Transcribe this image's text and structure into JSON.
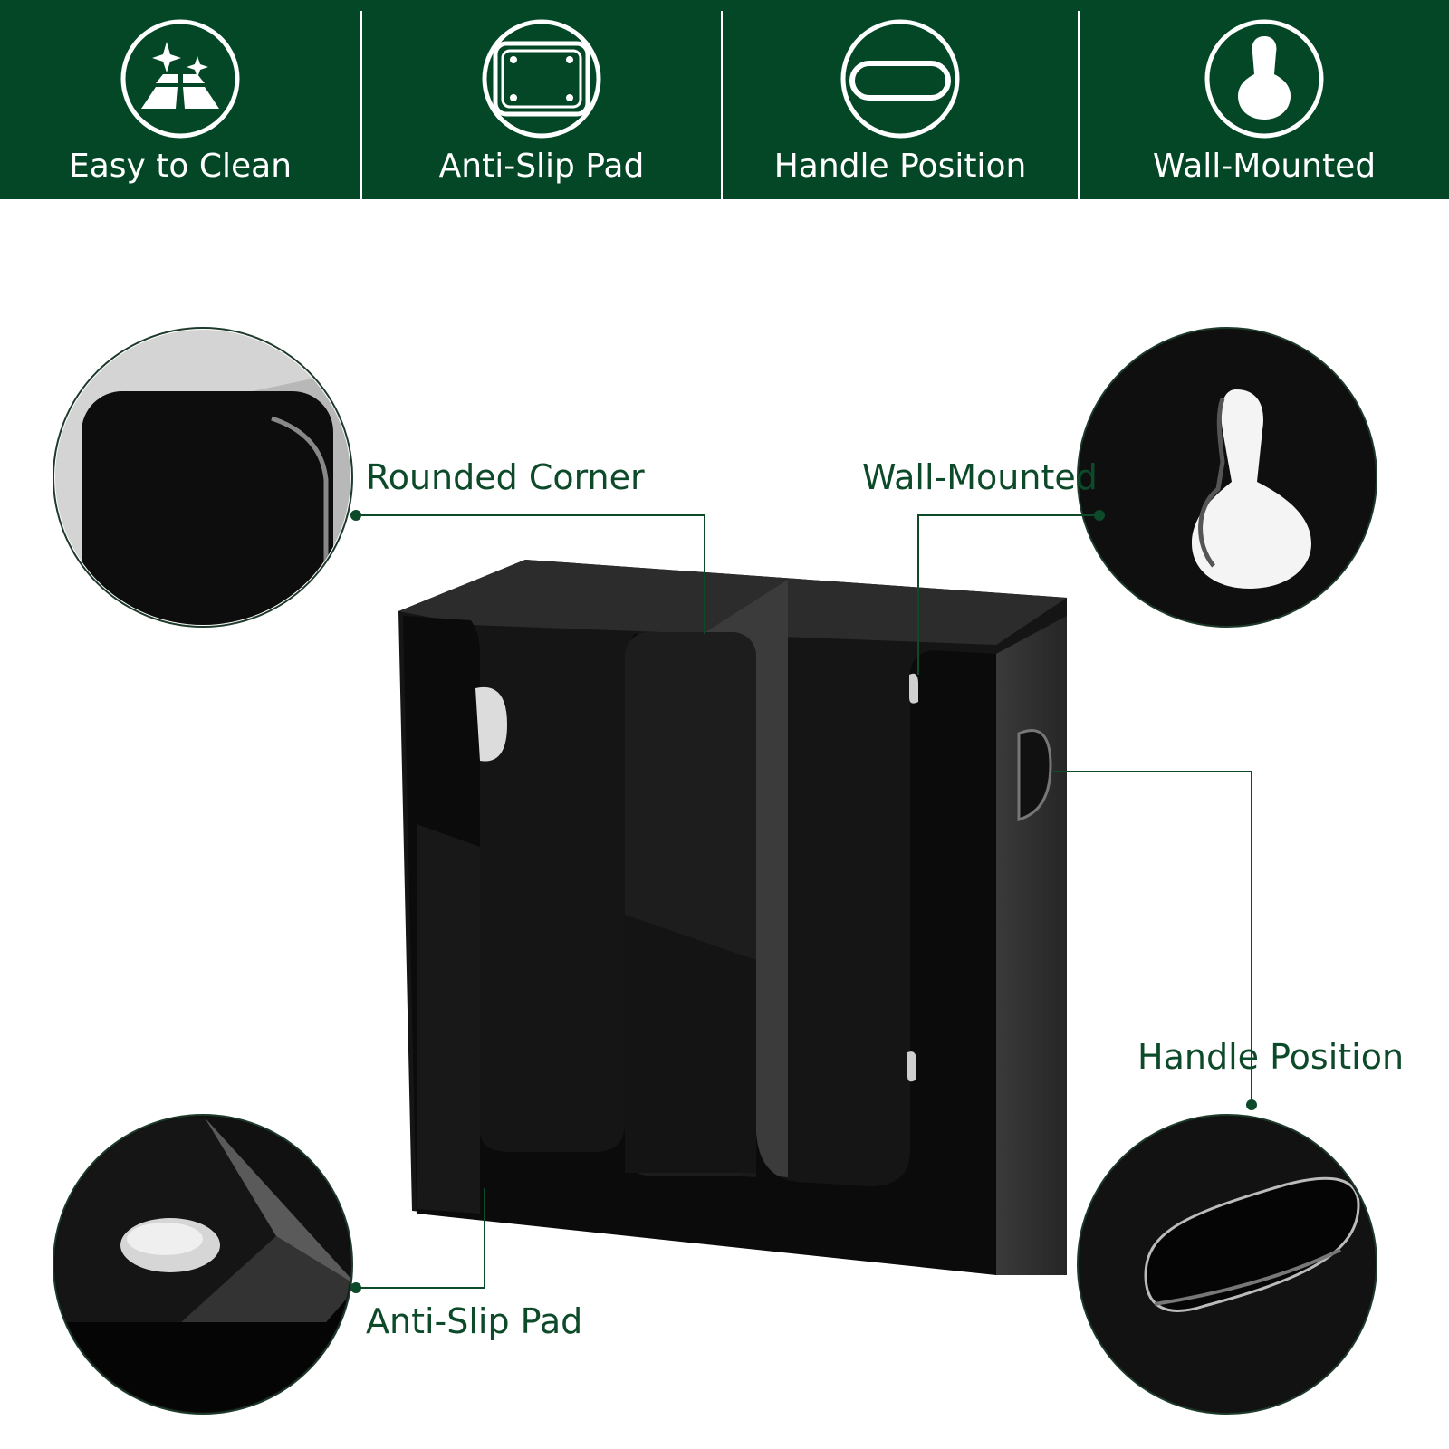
{
  "features": [
    {
      "label": "Easy to Clean",
      "icon": "sparkle-floor-icon"
    },
    {
      "label": "Anti-Slip Pad",
      "icon": "anti-slip-pad-icon"
    },
    {
      "label": "Handle Position",
      "icon": "handle-slot-icon"
    },
    {
      "label": "Wall-Mounted",
      "icon": "keyhole-icon"
    }
  ],
  "callouts": {
    "rounded_corner": "Rounded Corner",
    "wall_mounted": "Wall-Mounted",
    "handle_position": "Handle Position",
    "anti_slip_pad": "Anti-Slip Pad"
  },
  "colors": {
    "banner": "#034726",
    "callout_text": "#0d4a2a",
    "product": "#111111"
  }
}
